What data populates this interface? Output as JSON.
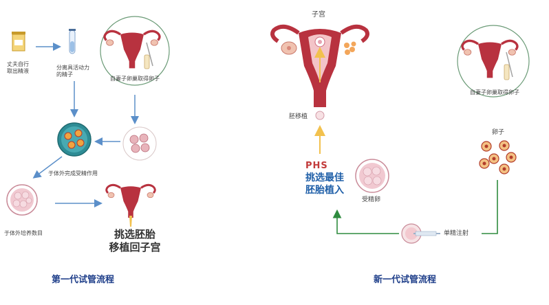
{
  "left": {
    "husband_label_1": "丈夫自行",
    "husband_label_2": "取出精液",
    "sperm_label_1": "分离具活动力",
    "sperm_label_2": "的精子",
    "ovary_label": "自妻子卵巢取得卵子",
    "fertilize_label": "于体外完成受精作用",
    "culture_label": "于体外培养数目",
    "select_1": "挑选胚胎",
    "select_2": "移植回子宫",
    "title": "第一代试管流程"
  },
  "right": {
    "uterus_label": "子宫",
    "transfer_label": "胚移植",
    "watermark": "PHS",
    "select_1": "挑选最佳",
    "select_2": "胚胎植入",
    "fertilized_egg_label": "受精卵",
    "ovary_label": "自妻子卵巢取得卵子",
    "egg_label": "卵子",
    "icsi_label": "单精注射",
    "title": "新一代试管流程"
  },
  "colors": {
    "blue_arrow": "#5b8fc9",
    "green_arrow": "#2e8b3e",
    "yellow_arrow": "#f2c14e",
    "uterus": "#b8323f",
    "title": "#1f3f8a"
  }
}
